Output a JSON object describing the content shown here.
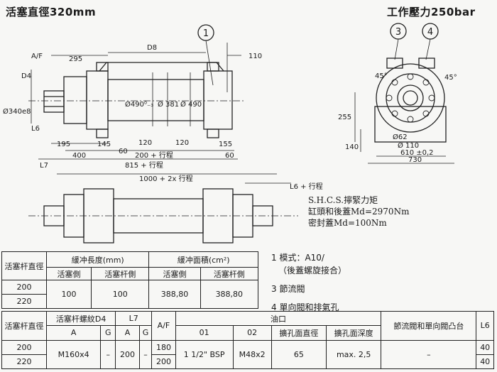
{
  "header": {
    "title": "活塞直徑320mm",
    "pressure": "工作壓力250bar"
  },
  "callouts": {
    "c1": "1",
    "c3": "3",
    "c4": "4"
  },
  "dims": {
    "d295": "295",
    "d8": "D8",
    "d110": "110",
    "af": "A/F",
    "d4": "D4",
    "d340": "Ø340e8",
    "d490a": "Ø490⁰₋₃",
    "d381": "Ø 381",
    "d490b": "Ø 490",
    "l6": "L6",
    "d195": "195",
    "d145": "145",
    "d120a": "120",
    "d120b": "120",
    "d155": "155",
    "d60a": "60",
    "d400": "400",
    "d200": "200 + 行程",
    "d60b": "60",
    "l7": "L7",
    "d815": "815 + 行程",
    "d1000": "1000 + 2x 行程",
    "l6stroke": "L6 + 行程",
    "s45a": "45°",
    "s45b": "45°",
    "s255": "255",
    "s140": "140",
    "s62": "Ø62",
    "s110": "Ø 110",
    "s610": "610 ±0,2",
    "s730": "730"
  },
  "notes": {
    "line1": "S.H.C.S.擰緊力矩",
    "line2": "缸頭和後蓋Md=2970Nm",
    "line3": "密封蓋Md=100Nm"
  },
  "legend": {
    "l1": "1 模式：A10/",
    "l1b": "（後蓋螺旋接合）",
    "l3": "3 節流閥",
    "l4": "4 單向閥和排氣孔"
  },
  "table1": {
    "rod_dia": "活塞杆直徑",
    "cushion_len": "緩冲長度(mm)",
    "cushion_area": "緩冲面積(cm²)",
    "piston_side": "活塞側",
    "rod_side": "活塞杆側",
    "piston_side2": "活塞側",
    "rod_side2": "活塞杆側",
    "r200": "200",
    "r220": "220",
    "v1": "100",
    "v2": "100",
    "v3": "388,80",
    "v4": "388,80"
  },
  "table2": {
    "rod_dia": "活塞杆直徑",
    "thread": "活塞杆螺紋D4",
    "l7": "L7",
    "af": "A/F",
    "oil": "油口",
    "valve_pad": "節流閥和單向閥凸台",
    "l6": "L6",
    "a1": "A",
    "g1": "G",
    "a2": "A",
    "g2": "G",
    "o01": "01",
    "o02": "02",
    "spot_dia": "擴孔面直徑",
    "spot_depth": "擴孔面深度",
    "r200": "200",
    "r220": "220",
    "thread_a": "M160x4",
    "thread_g": "–",
    "l7a": "200",
    "l7g": "–",
    "af200": "180",
    "af220": "200",
    "o1": "1 1/2\" BSP",
    "o2": "M48x2",
    "dia": "65",
    "depth": "max. 2,5",
    "pad": "–",
    "l6_200": "40",
    "l6_220": "40"
  }
}
